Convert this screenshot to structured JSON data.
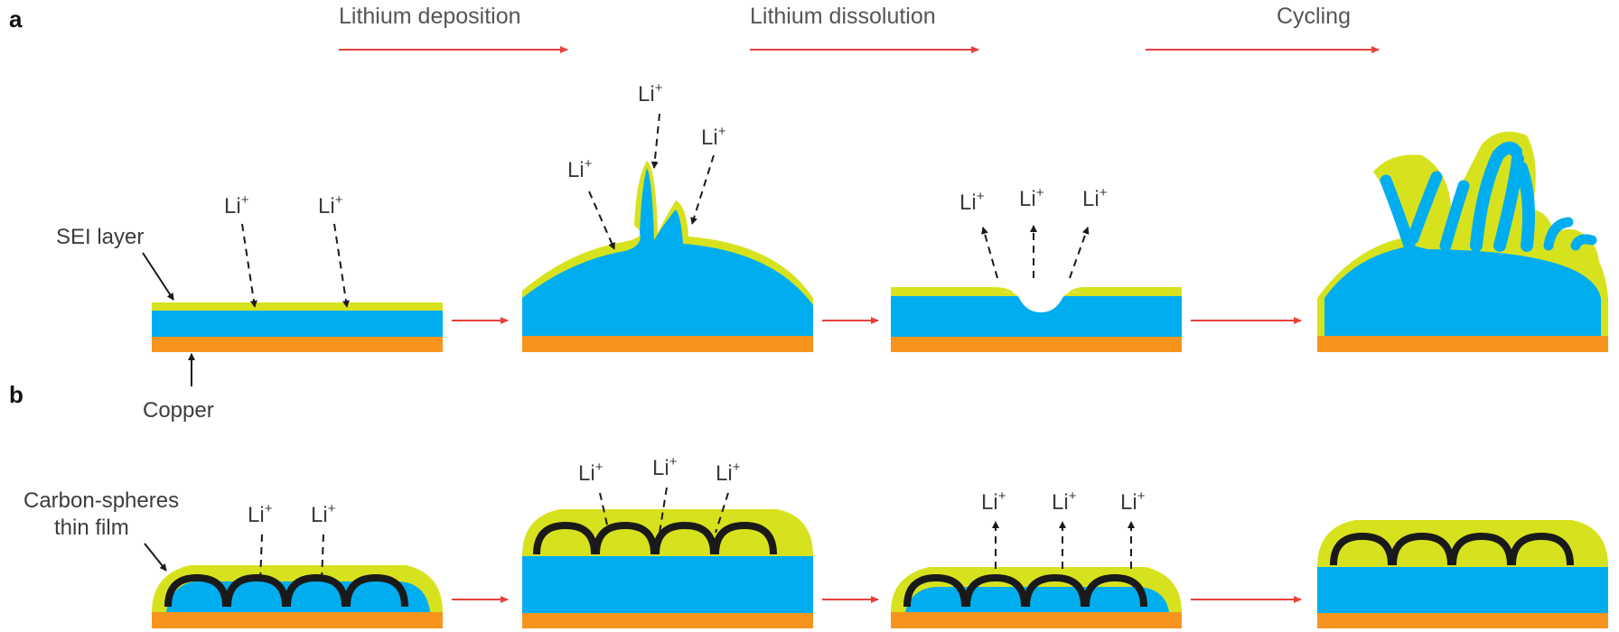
{
  "panels": {
    "a": "a",
    "b": "b"
  },
  "steps": {
    "deposition": "Lithium deposition",
    "dissolution": "Lithium dissolution",
    "cycling": "Cycling"
  },
  "labels": {
    "sei_layer": "SEI layer",
    "copper": "Copper",
    "carbon_spheres_line1": "Carbon-spheres",
    "carbon_spheres_line2": "thin film",
    "li_ion_base": "Li",
    "li_ion_sup": "+"
  },
  "colors": {
    "copper": "#f7941d",
    "lithium": "#00aeef",
    "sei": "#d7e21f",
    "carbon": "#1a1a1a",
    "process_arrow": "#e8413c",
    "text": "#3c3c3c"
  }
}
